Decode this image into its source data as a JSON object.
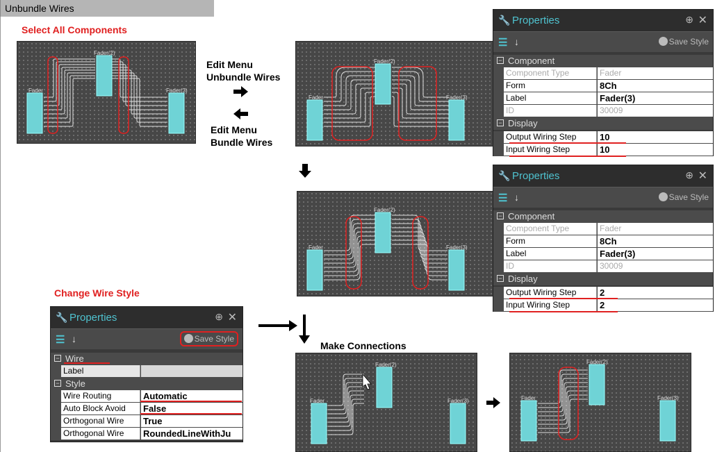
{
  "header": {
    "title": "Unbundle Wires"
  },
  "headings": {
    "select_all": "Select All Components",
    "change_style": "Change Wire Style",
    "make_connections": "Make Connections"
  },
  "edit_menu": {
    "unbundle_line1": "Edit Menu",
    "unbundle_line2": "Unbundle Wires",
    "bundle_line1": "Edit Menu",
    "bundle_line2": "Bundle Wires"
  },
  "blocks": {
    "fader": "Fader",
    "fader2": "Fader(2)",
    "fader3": "Fader(3)"
  },
  "panel1": {
    "title": "Properties",
    "save_style": "Save Style",
    "sections": {
      "component": "Component",
      "display": "Display"
    },
    "rows": {
      "component_type_key": "Component Type",
      "component_type_val": "Fader",
      "form_key": "Form",
      "form_val": "8Ch",
      "label_key": "Label",
      "label_val": "Fader(3)",
      "id_key": "ID",
      "id_val": "30009",
      "output_step_key": "Output Wiring Step",
      "output_step_val": "10",
      "input_step_key": "Input Wiring Step",
      "input_step_val": "10"
    }
  },
  "panel2": {
    "title": "Properties",
    "save_style": "Save Style",
    "sections": {
      "component": "Component",
      "display": "Display"
    },
    "rows": {
      "component_type_key": "Component Type",
      "component_type_val": "Fader",
      "form_key": "Form",
      "form_val": "8Ch",
      "label_key": "Label",
      "label_val": "Fader(3)",
      "id_key": "ID",
      "id_val": "30009",
      "output_step_key": "Output Wiring Step",
      "output_step_val": "2",
      "input_step_key": "Input Wiring Step",
      "input_step_val": "2"
    }
  },
  "panel3": {
    "title": "Properties",
    "save_style": "Save Style",
    "sections": {
      "wire": "Wire",
      "style": "Style"
    },
    "rows": {
      "label_key": "Label",
      "label_val": "",
      "routing_key": "Wire Routing",
      "routing_val": "Automatic",
      "avoid_key": "Auto Block Avoid",
      "avoid_val": "False",
      "ortho1_key": "Orthogonal Wire",
      "ortho1_val": "True",
      "ortho2_key": "Orthogonal Wire",
      "ortho2_val": "RoundedLineWithJu"
    }
  },
  "colors": {
    "accent_red": "#e02020",
    "block_cyan": "#6fd3d6",
    "canvas_bg": "#474747",
    "panel_title": "#4fc3d0"
  }
}
